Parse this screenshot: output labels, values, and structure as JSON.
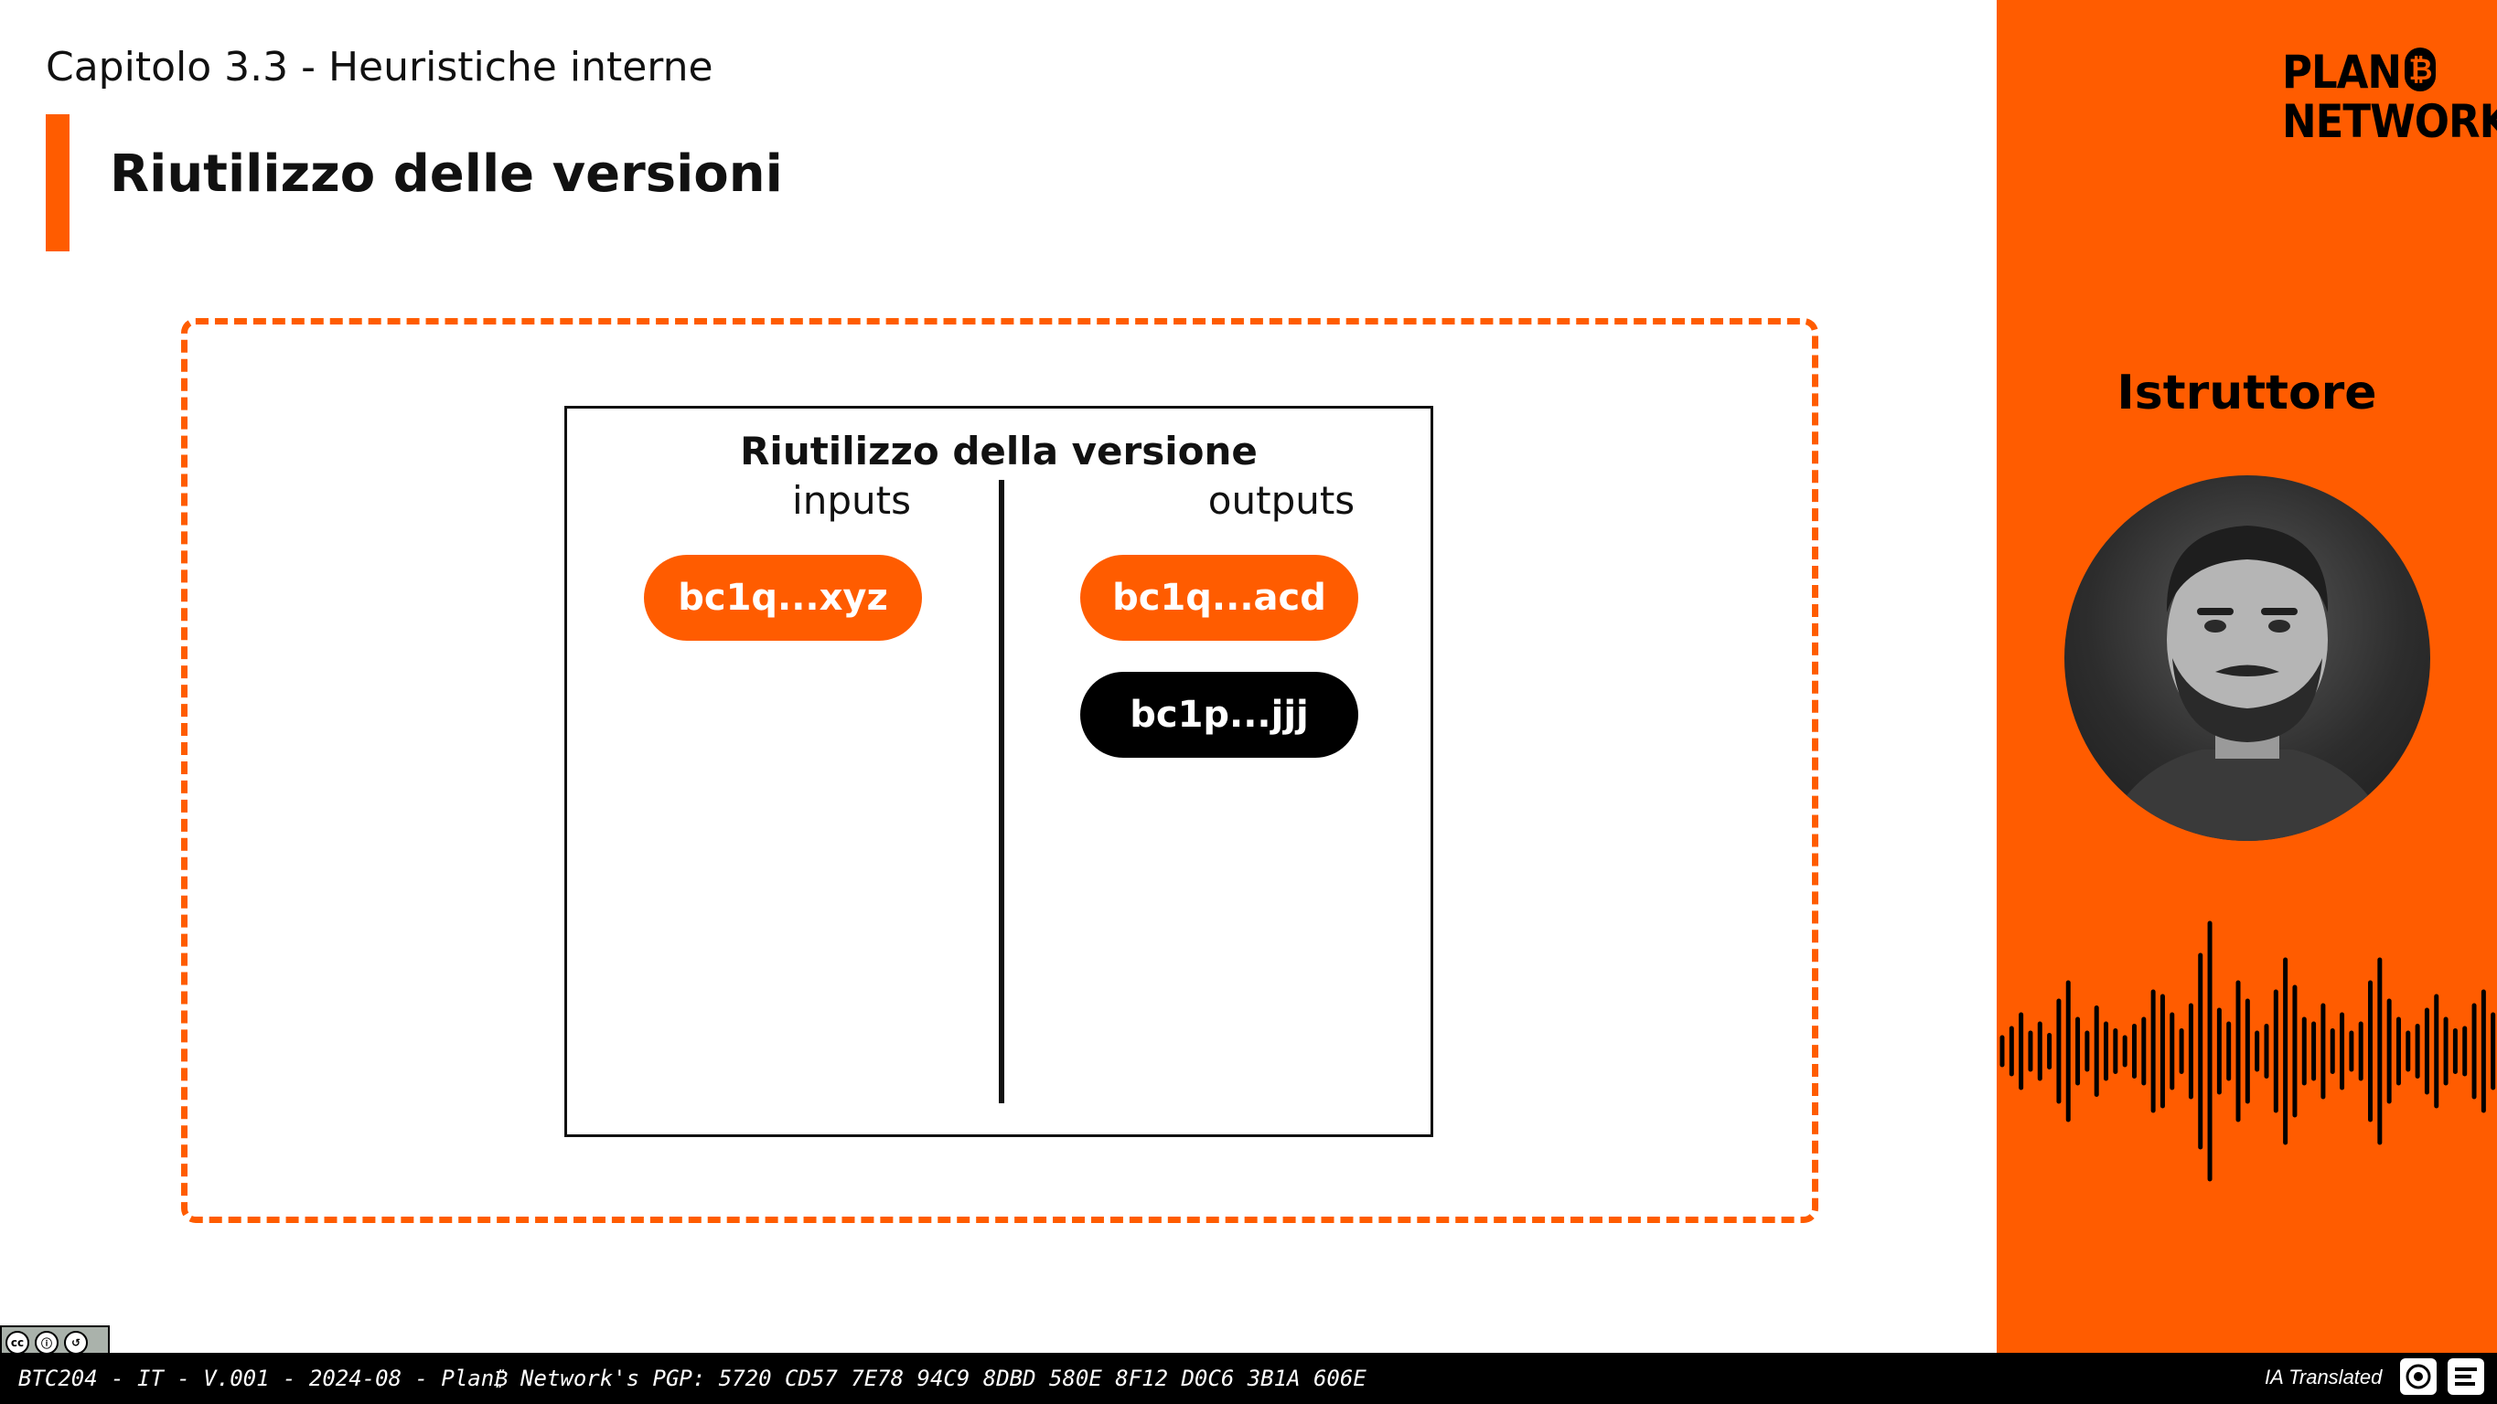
{
  "header": {
    "chapter": "Capitolo 3.3 - Heuristiche interne",
    "slide_title": "Riutilizzo delle versioni"
  },
  "diagram": {
    "title": "Riutilizzo della versione",
    "inputs_label": "inputs",
    "outputs_label": "outputs",
    "inputs": [
      {
        "label": "bc1q...xyz",
        "color": "#ff5c00"
      }
    ],
    "outputs": [
      {
        "label": "bc1q...acd",
        "color": "#ff5c00"
      },
      {
        "label": "bc1p...jjj",
        "color": "#000000"
      }
    ]
  },
  "sidebar": {
    "logo_line1": "PLAN",
    "logo_line2": "NETWORK",
    "logo_mark": "₿",
    "instructor_label": "Istruttore"
  },
  "footer": {
    "text": "BTC204 - IT - V.001 - 2024-08 - Plan₿ Network's PGP: 5720 CD57 7E78 94C9 8DBD 580E 8F12 D0C6 3B1A 606E",
    "ia_translated": "IA Translated"
  },
  "colors": {
    "accent": "#ff5c00",
    "text": "#111111",
    "footer_bg": "#000000"
  },
  "icons": [
    "cc-by-sa-icon",
    "openai-icon",
    "partner-logo-icon"
  ]
}
